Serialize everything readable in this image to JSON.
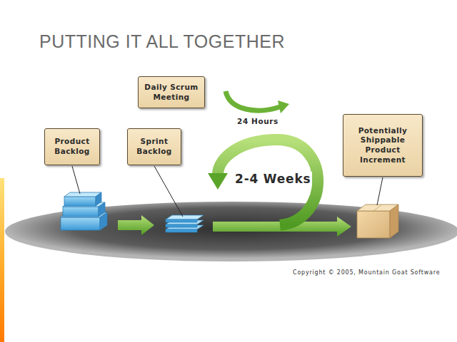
{
  "diagram": {
    "title": "PUTTING IT ALL TOGETHER",
    "nodes": [
      {
        "text": [
          "Daily Scrum Meeting"
        ]
      },
      {
        "text": [
          "Product Backlog"
        ]
      },
      {
        "text": [
          "Sprint Backlog"
        ]
      },
      {
        "text": [
          "Potentially Shippable Product Increment"
        ]
      }
    ],
    "labels": [
      "24 Hours",
      "2-4 Weeks",
      "Copyright © 2005, Mountain Goat Software"
    ]
  }
}
